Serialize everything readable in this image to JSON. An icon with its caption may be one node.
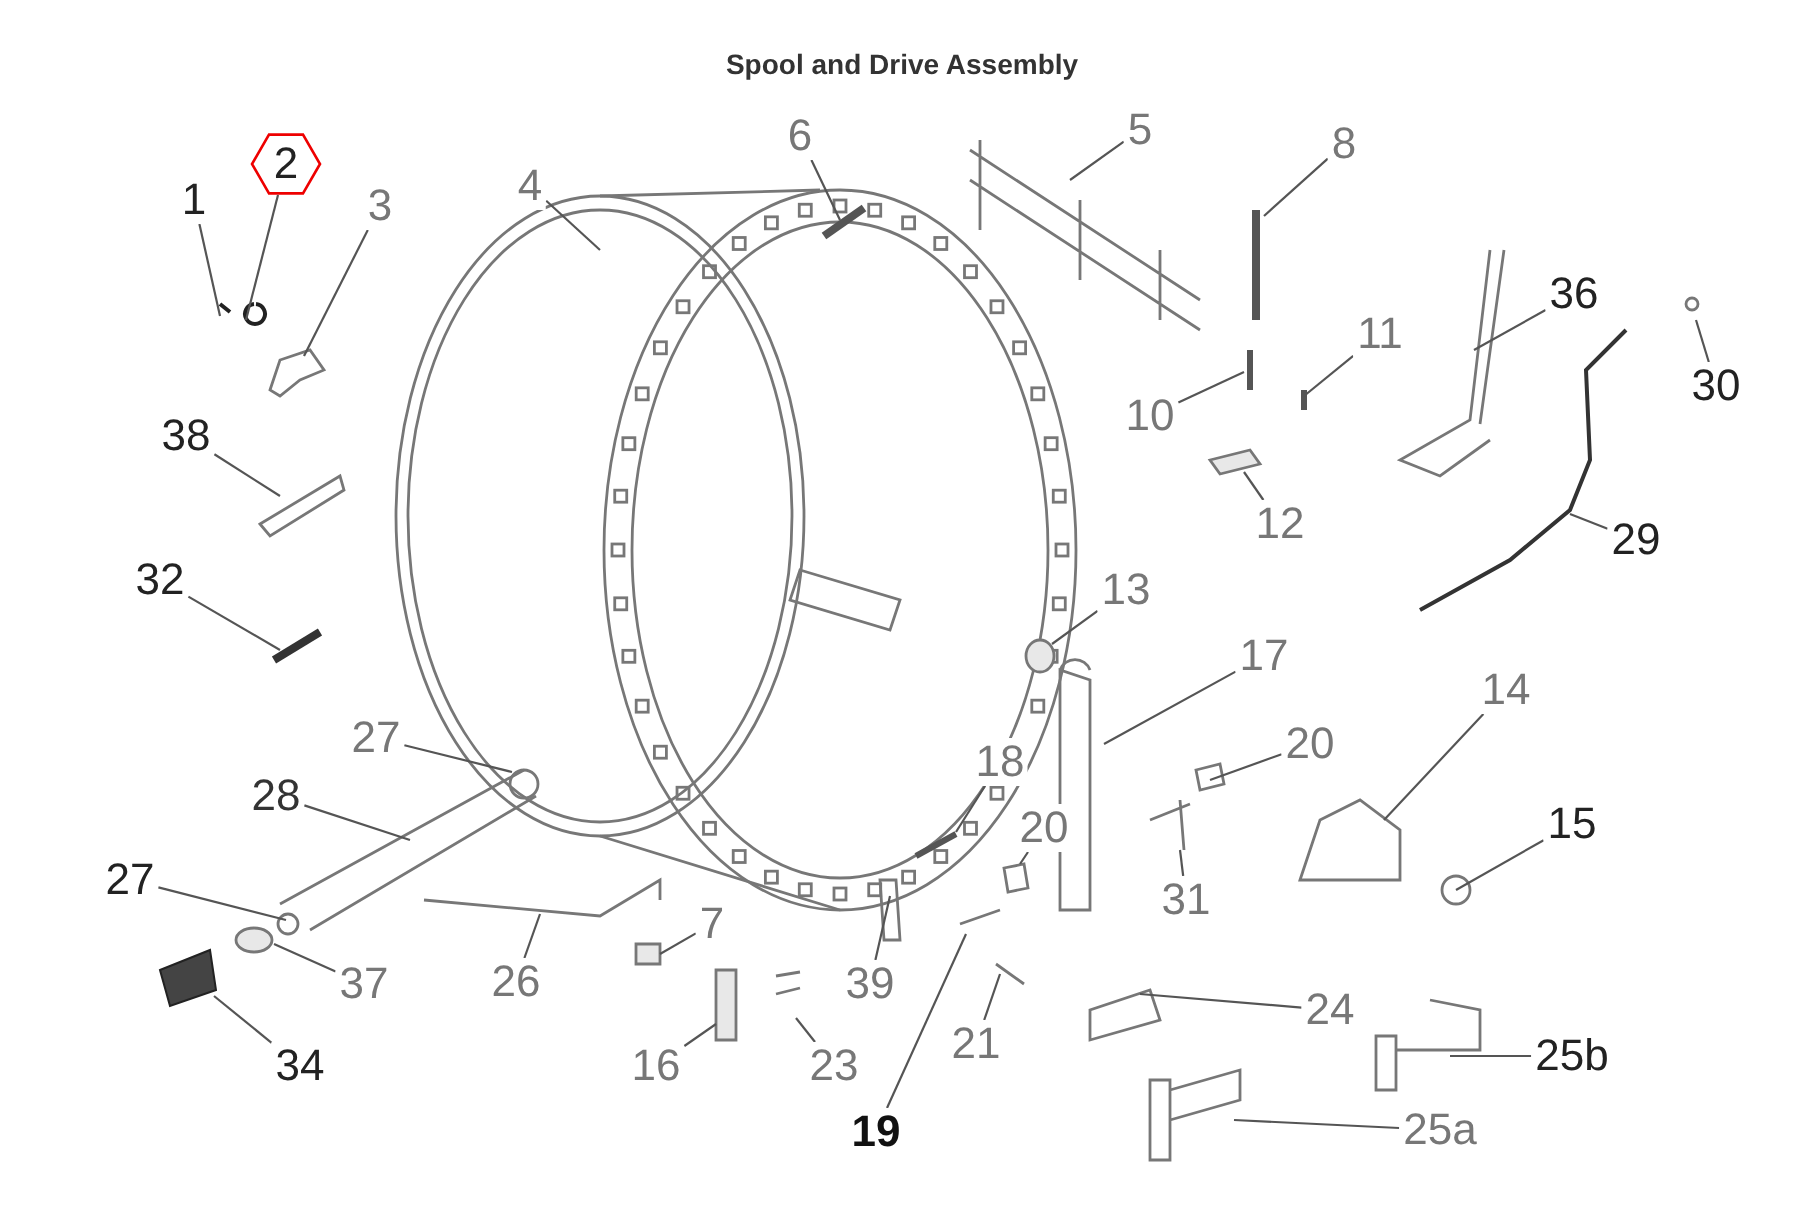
{
  "diagram": {
    "title": "Spool and Drive Assembly",
    "nodes": [
      {
        "text": [
          "1"
        ]
      },
      {
        "text": [
          "2"
        ]
      },
      {
        "text": [
          "3"
        ]
      },
      {
        "text": [
          "4"
        ]
      },
      {
        "text": [
          "5"
        ]
      },
      {
        "text": [
          "6"
        ]
      },
      {
        "text": [
          "8"
        ]
      },
      {
        "text": [
          "36"
        ]
      },
      {
        "text": [
          "30"
        ]
      },
      {
        "text": [
          "11"
        ]
      },
      {
        "text": [
          "10"
        ]
      },
      {
        "text": [
          "12"
        ]
      },
      {
        "text": [
          "38"
        ]
      },
      {
        "text": [
          "29"
        ]
      },
      {
        "text": [
          "32"
        ]
      },
      {
        "text": [
          "13"
        ]
      },
      {
        "text": [
          "17"
        ]
      },
      {
        "text": [
          "14"
        ]
      },
      {
        "text": [
          "27"
        ]
      },
      {
        "text": [
          "18"
        ]
      },
      {
        "text": [
          "20"
        ]
      },
      {
        "text": [
          "28"
        ]
      },
      {
        "text": [
          "20"
        ]
      },
      {
        "text": [
          "15"
        ]
      },
      {
        "text": [
          "31"
        ]
      },
      {
        "text": [
          "27"
        ]
      },
      {
        "text": [
          "7"
        ]
      },
      {
        "text": [
          "39"
        ]
      },
      {
        "text": [
          "26"
        ]
      },
      {
        "text": [
          "37"
        ]
      },
      {
        "text": [
          "24"
        ]
      },
      {
        "text": [
          "34"
        ]
      },
      {
        "text": [
          "16"
        ]
      },
      {
        "text": [
          "23"
        ]
      },
      {
        "text": [
          "21"
        ]
      },
      {
        "text": [
          "25b"
        ]
      },
      {
        "text": [
          "19"
        ]
      },
      {
        "text": [
          "25a"
        ]
      }
    ],
    "edges": [
      {
        "from": 0,
        "to": null,
        "arrow": "none"
      },
      {
        "from": 1,
        "to": null,
        "arrow": "none"
      },
      {
        "from": 2,
        "to": null,
        "arrow": "none"
      },
      {
        "from": 3,
        "to": null,
        "arrow": "none"
      },
      {
        "from": 4,
        "to": null,
        "arrow": "none"
      },
      {
        "from": 5,
        "to": null,
        "arrow": "none"
      },
      {
        "from": 6,
        "to": null,
        "arrow": "none"
      },
      {
        "from": 7,
        "to": null,
        "arrow": "none"
      },
      {
        "from": 8,
        "to": null,
        "arrow": "none"
      },
      {
        "from": 9,
        "to": null,
        "arrow": "none"
      },
      {
        "from": 10,
        "to": null,
        "arrow": "none"
      },
      {
        "from": 11,
        "to": null,
        "arrow": "none"
      },
      {
        "from": 12,
        "to": null,
        "arrow": "none"
      },
      {
        "from": 13,
        "to": null,
        "arrow": "none"
      },
      {
        "from": 14,
        "to": null,
        "arrow": "none"
      },
      {
        "from": 15,
        "to": null,
        "arrow": "none"
      },
      {
        "from": 16,
        "to": null,
        "arrow": "none"
      },
      {
        "from": 17,
        "to": null,
        "arrow": "none"
      },
      {
        "from": 18,
        "to": null,
        "arrow": "none"
      },
      {
        "from": 19,
        "to": null,
        "arrow": "none"
      },
      {
        "from": 20,
        "to": null,
        "arrow": "none"
      },
      {
        "from": 21,
        "to": null,
        "arrow": "none"
      },
      {
        "from": 22,
        "to": null,
        "arrow": "none"
      },
      {
        "from": 23,
        "to": null,
        "arrow": "none"
      },
      {
        "from": 24,
        "to": null,
        "arrow": "none"
      },
      {
        "from": 25,
        "to": null,
        "arrow": "none"
      },
      {
        "from": 26,
        "to": null,
        "arrow": "none"
      },
      {
        "from": 27,
        "to": null,
        "arrow": "none"
      },
      {
        "from": 28,
        "to": null,
        "arrow": "none"
      },
      {
        "from": 29,
        "to": null,
        "arrow": "none"
      },
      {
        "from": 30,
        "to": null,
        "arrow": "none"
      },
      {
        "from": 31,
        "to": null,
        "arrow": "none"
      },
      {
        "from": 32,
        "to": null,
        "arrow": "none"
      },
      {
        "from": 33,
        "to": null,
        "arrow": "none"
      },
      {
        "from": 34,
        "to": null,
        "arrow": "none"
      },
      {
        "from": 35,
        "to": null,
        "arrow": "none"
      },
      {
        "from": 36,
        "to": null,
        "arrow": "none"
      },
      {
        "from": 37,
        "to": null,
        "arrow": "none"
      }
    ]
  }
}
